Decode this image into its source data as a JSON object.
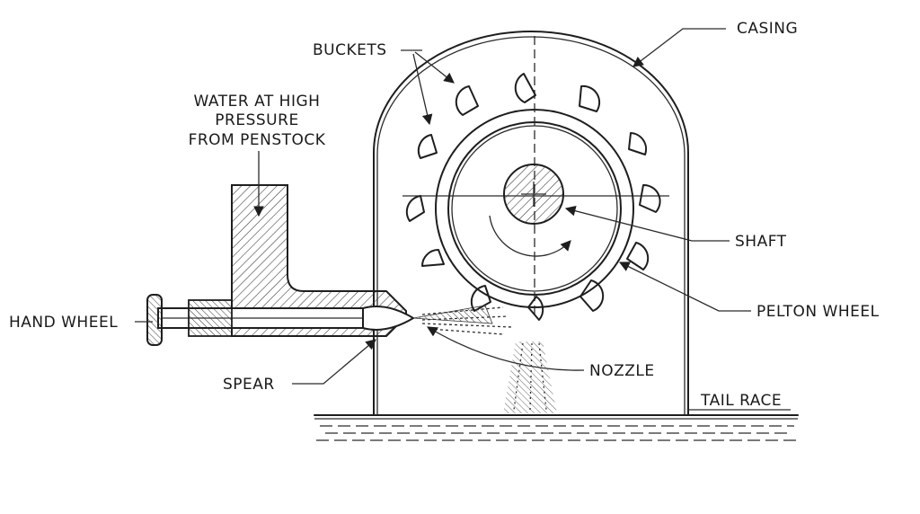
{
  "labels": {
    "buckets": "BUCKETS",
    "casing": "CASING",
    "water_line1": "WATER AT HIGH",
    "water_line2": "PRESSURE",
    "water_line3": "FROM PENSTOCK",
    "shaft": "SHAFT",
    "pelton_wheel": "PELTON WHEEL",
    "hand_wheel": "HAND WHEEL",
    "spear": "SPEAR",
    "nozzle": "NOZZLE",
    "tail_race": "TAIL RACE"
  },
  "colors": {
    "ink": "#1e1e1e",
    "paper": "#ffffff"
  }
}
